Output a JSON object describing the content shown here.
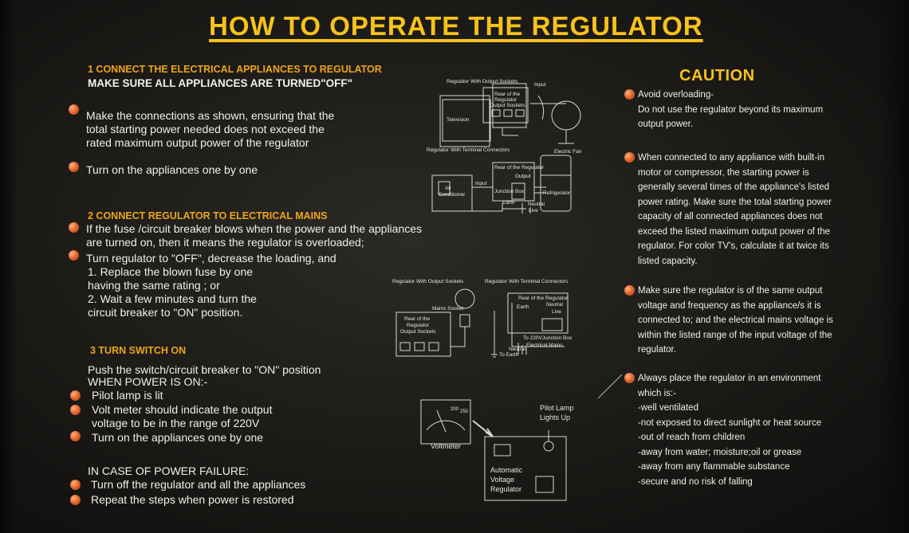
{
  "title": "HOW TO OPERATE THE REGULATOR",
  "section1": {
    "heading": "1 CONNECT THE ELECTRICAL APPLIANCES TO REGULATOR",
    "subheading": "MAKE SURE ALL APPLIANCES ARE TURNED\"OFF\"",
    "bullet1": [
      "Make the connections as shown, ensuring that the",
      "total  starting power needed does not exceed the",
      "rated maximum output power of the  regulator"
    ],
    "bullet2": "Turn on the appliances one by one"
  },
  "section2": {
    "heading": "2 CONNECT REGULATOR TO ELECTRICAL MAINS",
    "bullet1": [
      "If the fuse /circuit  breaker blows when the power and the appliances",
      "are turned on, then it means the regulator is overloaded;"
    ],
    "bullet2": "Turn regulator to \"OFF\", decrease the loading, and",
    "steps": [
      "1. Replace the blown fuse by one",
      "having the same rating ; or",
      "2. Wait a few minutes and turn the",
      "circuit breaker to \"ON\" position."
    ]
  },
  "section3": {
    "heading": "3 TURN SWITCH ON",
    "line1": "Push the switch/circuit breaker to \"ON\" position",
    "line2": "WHEN POWER IS ON:-",
    "bullet1": "Pilot lamp is lit",
    "bullet2": [
      "Volt meter should indicate the output",
      "voltage to be in the range of 220V"
    ],
    "bullet3": "Turn on the appliances one by one"
  },
  "failure": {
    "heading": "IN CASE OF POWER FAILURE:",
    "bullet1": "Turn off the regulator and all the appliances",
    "bullet2": "Repeat the steps when power is restored"
  },
  "caution": {
    "heading": "CAUTION",
    "item1": [
      "Avoid overloading-",
      "Do not use the regulator beyond its maximum",
      "output power."
    ],
    "item2": [
      "When connected to any appliance with built-in",
      "motor or compressor, the starting power is",
      "generally several times of the appliance's listed",
      "power rating. Make sure the total starting power",
      "capacity of all connected appliances does not",
      "exceed the listed maximum output power of the",
      "regulator. For color TV's, calculate it at twice its",
      "listed capacity."
    ],
    "item3": [
      "Make sure the regulator is of the same output",
      "voltage and frequency as the appliance/s it is",
      "connected to; and the electrical mains voltage is",
      "within the listed range of the input  voltage of the",
      "regulator."
    ],
    "item4": [
      "Always place the regulator in an environment",
      "which is:-",
      "-well ventilated",
      "-not exposed to direct sunlight or heat source",
      "-out of reach from children",
      "-away from water; moisture;oil or grease",
      "-away from any flammable substance",
      "-secure and no risk of falling"
    ]
  },
  "diagrams": {
    "d1": {
      "title": "Regulator With Output Sockets",
      "input": "Input",
      "box": [
        "Rear of the",
        "Regulator",
        "Output Sockets"
      ],
      "tv": "Television",
      "fan": "Electric Fan"
    },
    "d2": {
      "title": "Regulator With Terminal Connectors",
      "box": [
        "Rear of the Regulator",
        "Output"
      ],
      "input": "Input",
      "jbox": "Junction Box",
      "earth": "Earth",
      "neutral": "Neutral",
      "live": "Live",
      "ac": [
        "Air",
        "Conditioner"
      ],
      "fridge": "Refrigerator"
    },
    "d3": {
      "title": "Regulator With Output Sockets",
      "mains": "Mains Socket",
      "box": [
        "Rear of the",
        "Regulator",
        "Output Sockets"
      ]
    },
    "d4": {
      "title": "Regulator With Terminal Connectors",
      "box": "Rear of the Regulator",
      "earth": "Earth",
      "neutral": "Neutral",
      "live": "Live",
      "to220": "To 220V",
      "jbox": "Junction Box",
      "neutral2": "Neutral",
      "mains": "Electrical Mains",
      "toearth": "To Earth"
    },
    "d5": {
      "voltmeter": "Voltmeter",
      "scale": [
        "200",
        "250"
      ],
      "pilot": [
        "Pilot Lamp",
        "Lights Up"
      ],
      "reg": [
        "Automatic",
        "Voltage",
        "Regulator"
      ]
    }
  }
}
